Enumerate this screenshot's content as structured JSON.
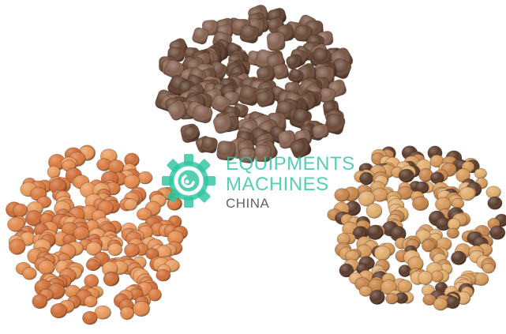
{
  "watermark": {
    "line1": "EQUIPMENTS",
    "line2": "MACHINES",
    "line3": "CHINA",
    "brand_color": "#2ec4a0"
  },
  "scene": {
    "background": "#ffffff",
    "piles": [
      {
        "name": "dark-brown-square-kibble",
        "colors": [
          "#6b4a38",
          "#7a5744",
          "#5e3f2f",
          "#866250"
        ]
      },
      {
        "name": "orange-round-kibble",
        "colors": [
          "#d9793f",
          "#e38a4c",
          "#cf6d36",
          "#e99a5c"
        ]
      },
      {
        "name": "mixed-round-kibble",
        "colors": [
          "#d79a5a",
          "#c7854a",
          "#5a3a2a",
          "#e2ad6d"
        ]
      }
    ]
  }
}
